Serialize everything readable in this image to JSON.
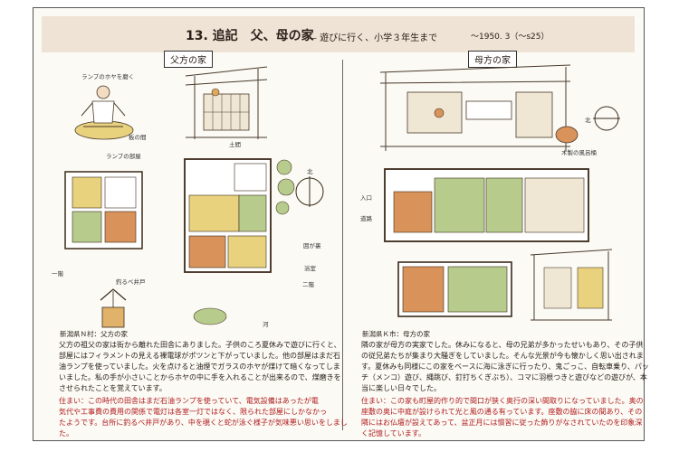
{
  "header": {
    "title": "13. 追記　父、母の家",
    "subtitle": "— 遊びに行く、小学３年生まで",
    "period": "〜1950. 3（〜s25）"
  },
  "left": {
    "section_label": "父方の家",
    "labels": {
      "lamp": "ランプのホヤを磨く",
      "lamp_room": "ランプの部屋",
      "itanoma": "板の間",
      "doma": "土間",
      "north": "北",
      "tsumugura": "囲が裏",
      "bath": "浴室",
      "well": "釣るべ井戸",
      "ikkai": "一階",
      "nikai": "二階",
      "river": "河"
    },
    "caption": "新潟県Ｎ村：父方の家",
    "body": [
      "父方の祖父の家は街から離れた田舎にありました。子供のころ夏休みで遊びに行くと、",
      "部屋にはフィラメントの見える裸電球がポツンと下がっていました。他の部屋はまだ石",
      "油ランプを使っていました。火を点けると油煙でガラスのホヤが煤けて暗くなってしま",
      "いました。私の手が小さいことからホヤの中に手を入れることが出来るので、煤磨きを",
      "させられたことを覚えています。"
    ],
    "note": [
      "住まい：この時代の田舎はまだ石油ランプを使っていて、電気設備はあったが電",
      "気代や工事費の費用の関係で電灯は各室一灯ではなく、限られた部屋にしかなかっ",
      "たようです。台所に釣るべ井戸があり、中を覗くと蛇が泳ぐ様子が気味悪い思いをしまし",
      "た。"
    ]
  },
  "right": {
    "section_label": "母方の家",
    "labels": {
      "north": "北",
      "bath": "木製の風呂桶",
      "entrance": "入口",
      "road": "道路"
    },
    "caption": "新潟県Ｋ市：母方の家",
    "body": [
      "隣の家が母方の実家でした。休みになると、母の兄弟が多かったせいもあり、その子供",
      "の従兄弟たちが集まり大騒ぎをしていました。そんな光景が今も懐かしく思い出されま",
      "す。夏休みも同様にこの家をベースに海に泳ぎに行ったり、鬼ごっこ、自転車乗り、パッ",
      "チ（メンコ）遊び、縄跳び、釘打ちくぎぶち）、コマに羽根つきと遊びなどの遊びが、本",
      "当に楽しい日々でした。"
    ],
    "note": [
      "住まい：この家も町屋的作り的で間口が狭く奥行の深い間取りになっていました。奥の",
      "座敷の奥に中庭が設けられて光と風の通る有っています。座敷の脇に床の間あり、その",
      "隣にはお仏壇が設えてあって、盆正月には慣習に従った飾りがなされていたのを印象深",
      "く記憶しています。"
    ]
  },
  "colors": {
    "paper": "#fbfaf5",
    "title_band": "#efe3d6",
    "ink": "#2a2018",
    "note_red": "#b01a1a",
    "tatami_green": "#b7cc8c",
    "wood_orange": "#d8925a",
    "tatami_yellow": "#e9d27d"
  }
}
